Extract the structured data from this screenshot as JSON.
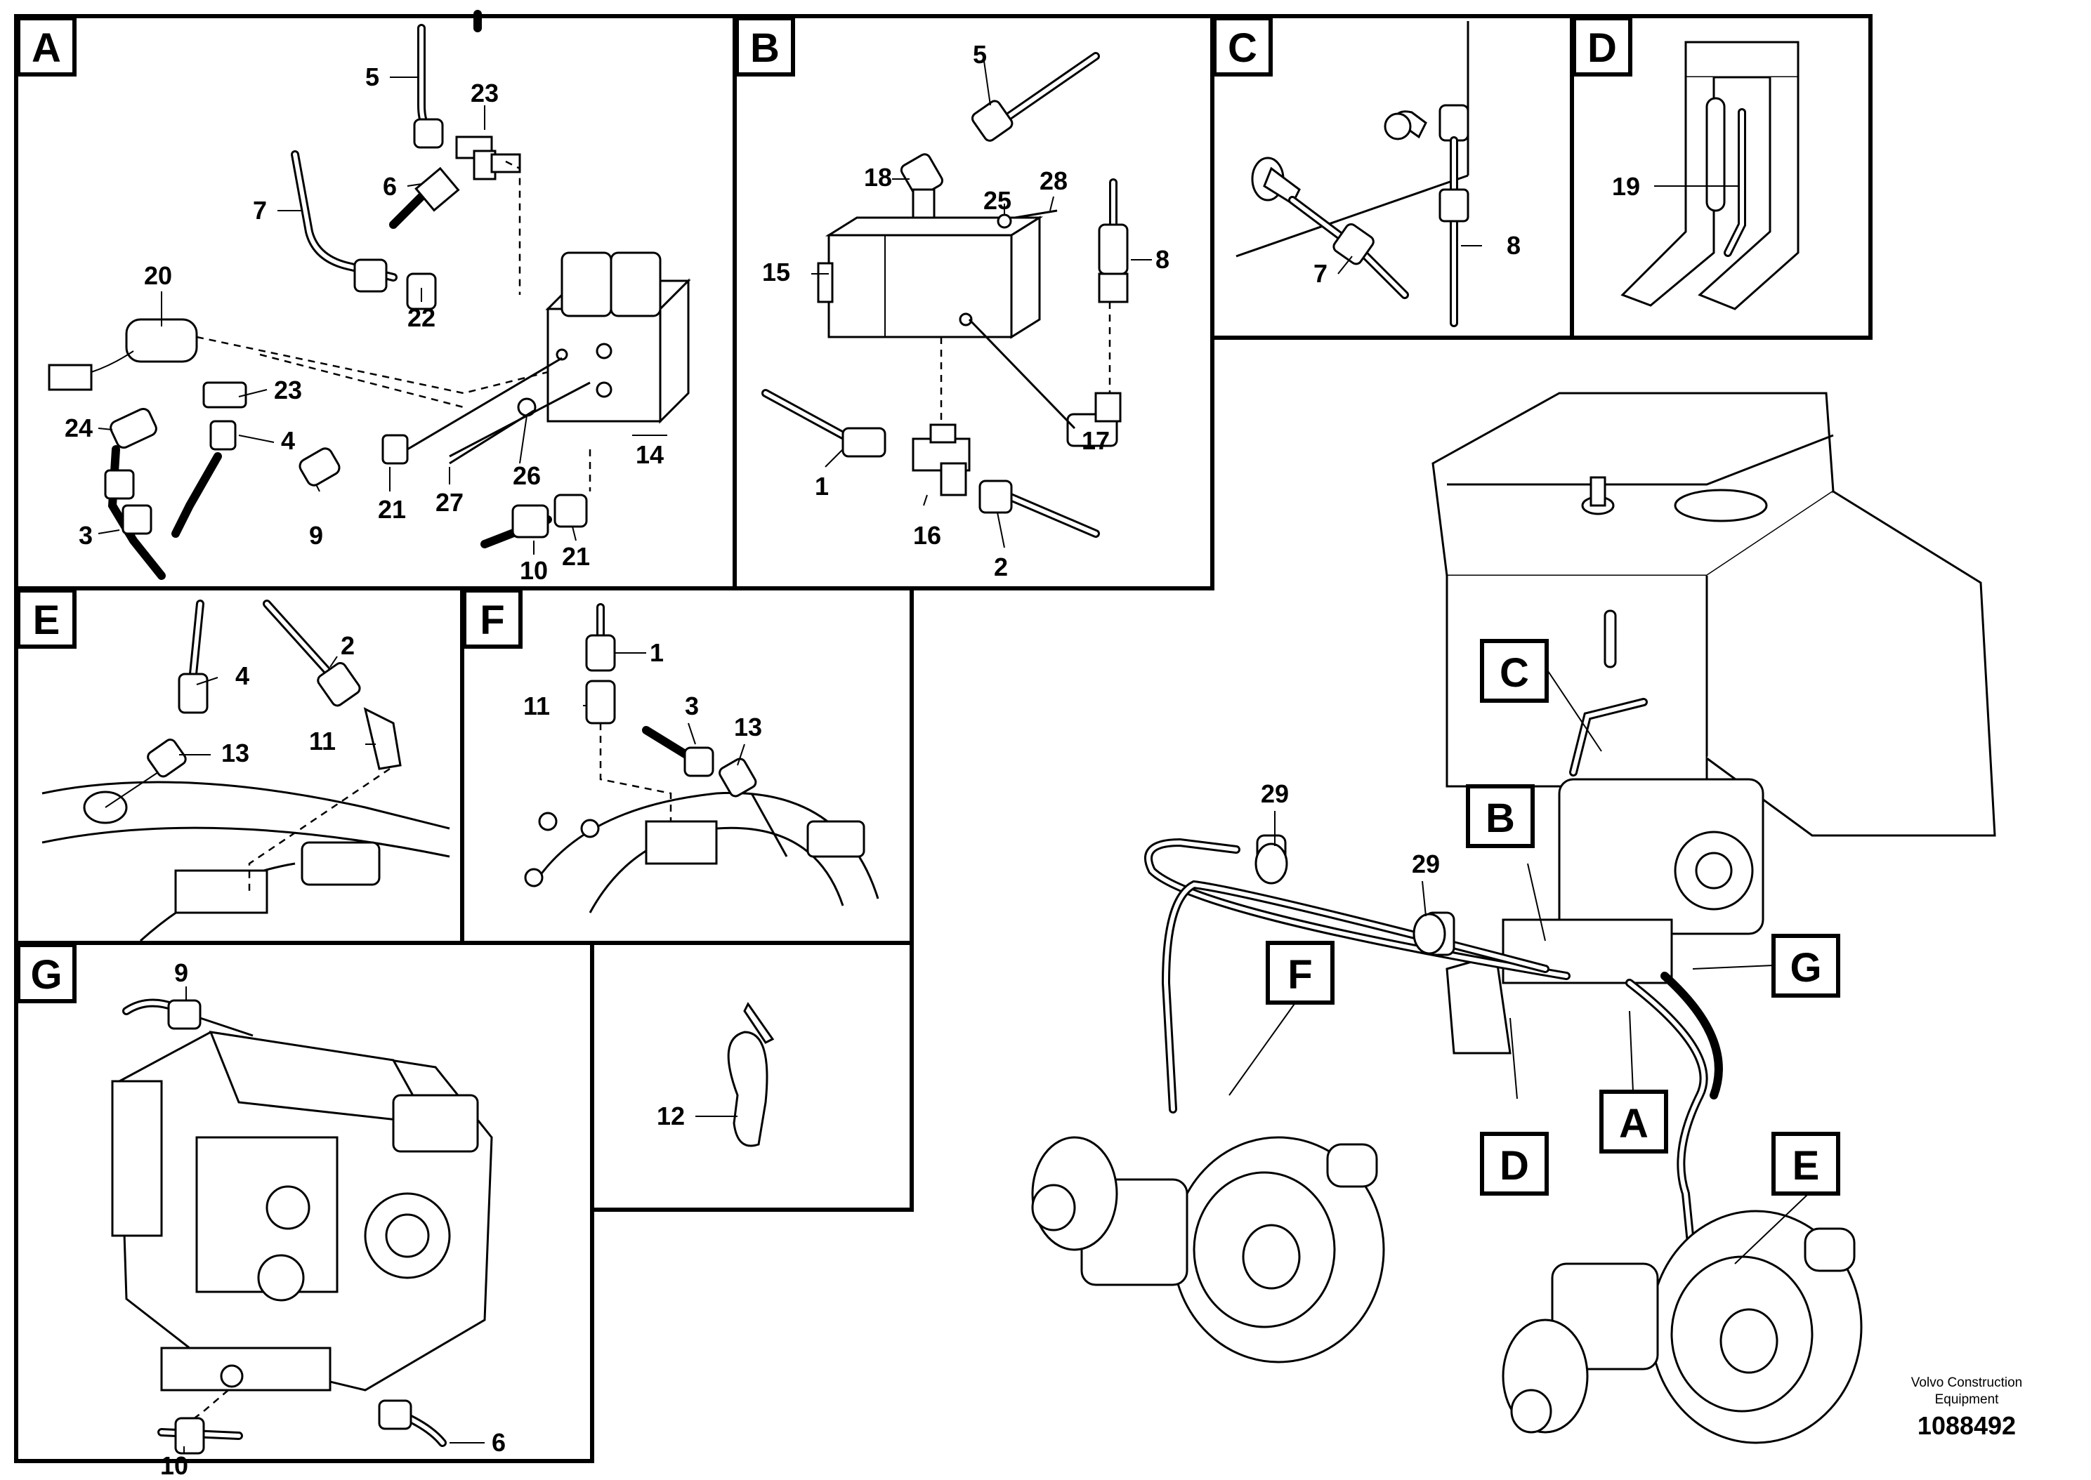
{
  "panels": {
    "A": {
      "letter": "A",
      "callouts": [
        "5",
        "23",
        "6",
        "7",
        "20",
        "22",
        "23",
        "24",
        "4",
        "14",
        "9",
        "21",
        "27",
        "26",
        "3",
        "10",
        "21"
      ]
    },
    "B": {
      "letter": "B",
      "callouts": [
        "5",
        "18",
        "25",
        "28",
        "8",
        "15",
        "17",
        "1",
        "16",
        "2"
      ]
    },
    "C": {
      "letter": "C",
      "callouts": [
        "7",
        "8"
      ]
    },
    "D": {
      "letter": "D",
      "callouts": [
        "19"
      ]
    },
    "E": {
      "letter": "E",
      "callouts": [
        "4",
        "2",
        "13",
        "11"
      ]
    },
    "F": {
      "letter": "F",
      "callouts": [
        "1",
        "11",
        "3",
        "13"
      ]
    },
    "G": {
      "letter": "G",
      "callouts": [
        "9",
        "10",
        "6"
      ]
    },
    "tie": {
      "callouts": [
        "12"
      ]
    }
  },
  "overview": {
    "labels": [
      "C",
      "B",
      "G",
      "F",
      "A",
      "D",
      "E"
    ],
    "callouts": [
      "29",
      "29"
    ]
  },
  "footer": {
    "line1": "Volvo Construction",
    "line2": "Equipment",
    "ref": "1088492"
  }
}
